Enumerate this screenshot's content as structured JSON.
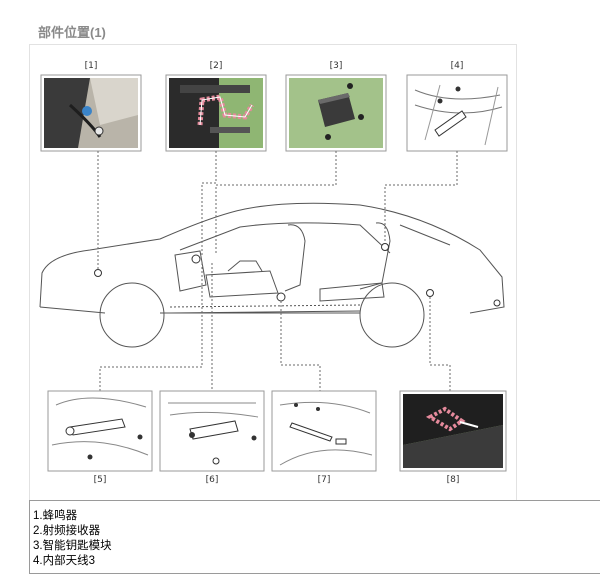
{
  "page": {
    "title": "部件位置(1)"
  },
  "panels": [
    {
      "label": "[1]"
    },
    {
      "label": "[2]"
    },
    {
      "label": "[3]"
    },
    {
      "label": "[4]"
    },
    {
      "label": "[5]"
    },
    {
      "label": "[6]"
    },
    {
      "label": "[7]"
    },
    {
      "label": "[8]"
    }
  ],
  "legend": {
    "items": [
      {
        "text": "1.蜂鸣器"
      },
      {
        "text": "2.射频接收器"
      },
      {
        "text": "3.智能钥匙模块"
      },
      {
        "text": "4.内部天线3"
      }
    ]
  },
  "colors": {
    "photo_green": "#9fbf82",
    "photo_dark": "#2c2c2c",
    "highlight_pink": "#e58a9c",
    "line_gray": "#6a6a6a",
    "frame_border": "#9a9a9a"
  }
}
